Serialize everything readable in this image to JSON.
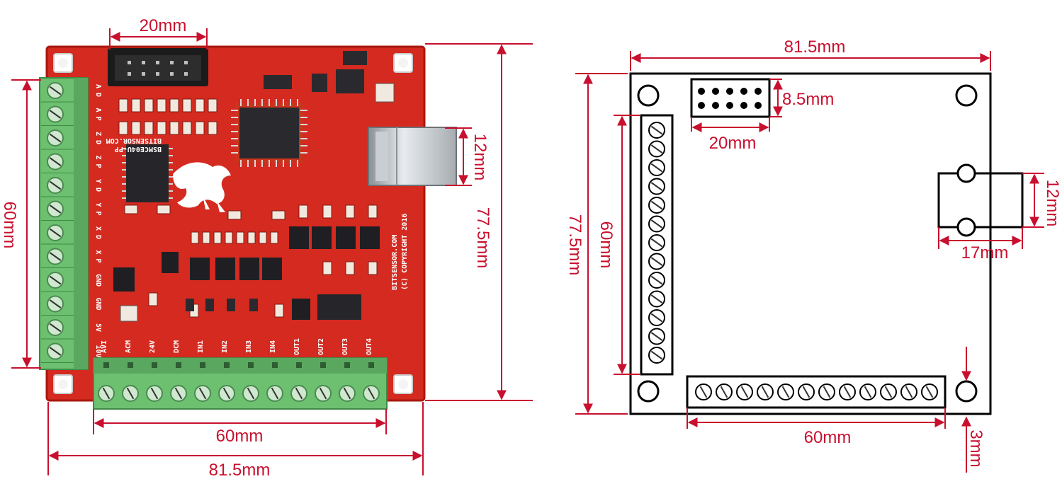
{
  "colors": {
    "dimension": "#c8102e",
    "pcb": "#d42a20",
    "pcb_dark": "#a8180f",
    "terminal": "#6cc070",
    "outline": "#000000"
  },
  "photo": {
    "dims": {
      "header_width": "20mm",
      "usb_height": "12mm",
      "board_height": "77.5mm",
      "left_block": "60mm",
      "bottom_block": "60mm",
      "board_width": "81.5mm"
    },
    "left_terminal_labels": [
      "A D",
      "A P",
      "Z D",
      "Z P",
      "Y D",
      "Y P",
      "X D",
      "X P",
      "GND",
      "GND",
      "5V",
      "10V"
    ],
    "bottom_terminal_labels": [
      "AVI",
      "ACM",
      "24V",
      "DCM",
      "IN1",
      "IN2",
      "IN3",
      "IN4",
      "OUT1",
      "OUT2",
      "OUT3",
      "OUT4"
    ],
    "silkscreen": {
      "model": "BSMCE04U-PP",
      "website": "BITSENSOR.COM",
      "brand": "BITSENSOR.COM",
      "copyright": "(C) COPYRIGHT 2016"
    },
    "icons": [
      "bird-logo-icon",
      "usb-b-port-icon",
      "pin-header-icon"
    ]
  },
  "drawing": {
    "dims": {
      "board_width": "81.5mm",
      "header_height": "8.5mm",
      "header_width": "20mm",
      "usb_height": "12mm",
      "usb_width": "17mm",
      "board_height": "77.5mm",
      "left_block": "60mm",
      "bottom_block": "60mm",
      "hole_offset": "3mm"
    }
  }
}
